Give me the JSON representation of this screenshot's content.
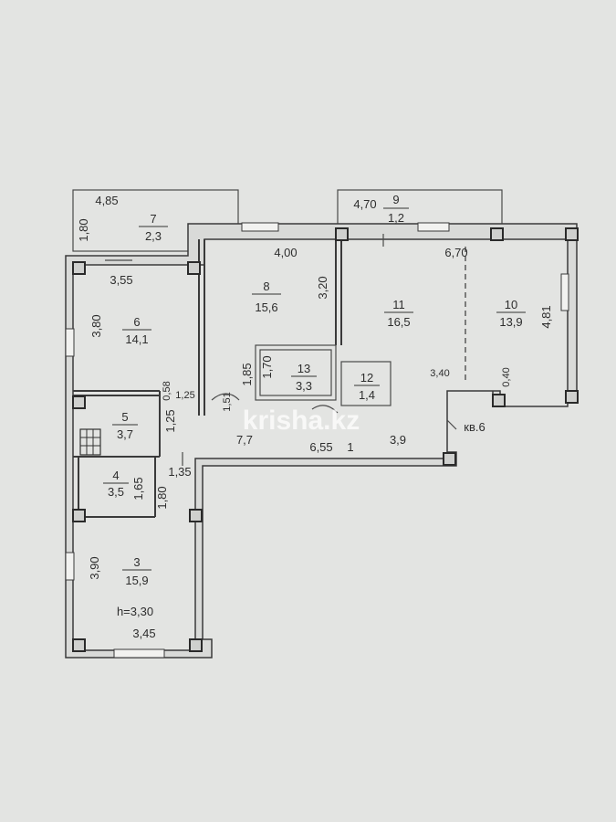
{
  "rooms": [
    {
      "id": "7",
      "num": "7",
      "area": "2,3"
    },
    {
      "id": "9",
      "num": "9",
      "area": "1,2"
    },
    {
      "id": "6",
      "num": "6",
      "area": "14,1"
    },
    {
      "id": "8",
      "num": "8",
      "area": "15,6"
    },
    {
      "id": "11",
      "num": "11",
      "area": "16,5"
    },
    {
      "id": "10",
      "num": "10",
      "area": "13,9"
    },
    {
      "id": "13",
      "num": "13",
      "area": "3,3"
    },
    {
      "id": "12",
      "num": "12",
      "area": "1,4"
    },
    {
      "id": "5",
      "num": "5",
      "area": "3,7"
    },
    {
      "id": "4",
      "num": "4",
      "area": "3,5"
    },
    {
      "id": "3",
      "num": "3",
      "area": "15,9"
    }
  ],
  "dimensions": {
    "d485": "4,85",
    "d180a": "1,80",
    "d470": "4,70",
    "d400": "4,00",
    "d670": "6,70",
    "d355": "3,55",
    "d320": "3,20",
    "d380": "3,80",
    "d481": "4,81",
    "d185": "1,85",
    "d170": "1,70",
    "d340": "3,40",
    "d040": "0,40",
    "d058": "0,58",
    "d125a": "1,25",
    "d125b": "1,25",
    "d77": "7,7",
    "d655": "6,55",
    "d1": "1",
    "d39": "3,9",
    "d135": "1,35",
    "d165": "1,65",
    "d180b": "1,80",
    "d390": "3,90",
    "d345": "3,45",
    "d151": "1,51"
  },
  "labels": {
    "ceiling": "h=3,30",
    "apartment": "кв.6",
    "watermark": "krisha.kz"
  }
}
